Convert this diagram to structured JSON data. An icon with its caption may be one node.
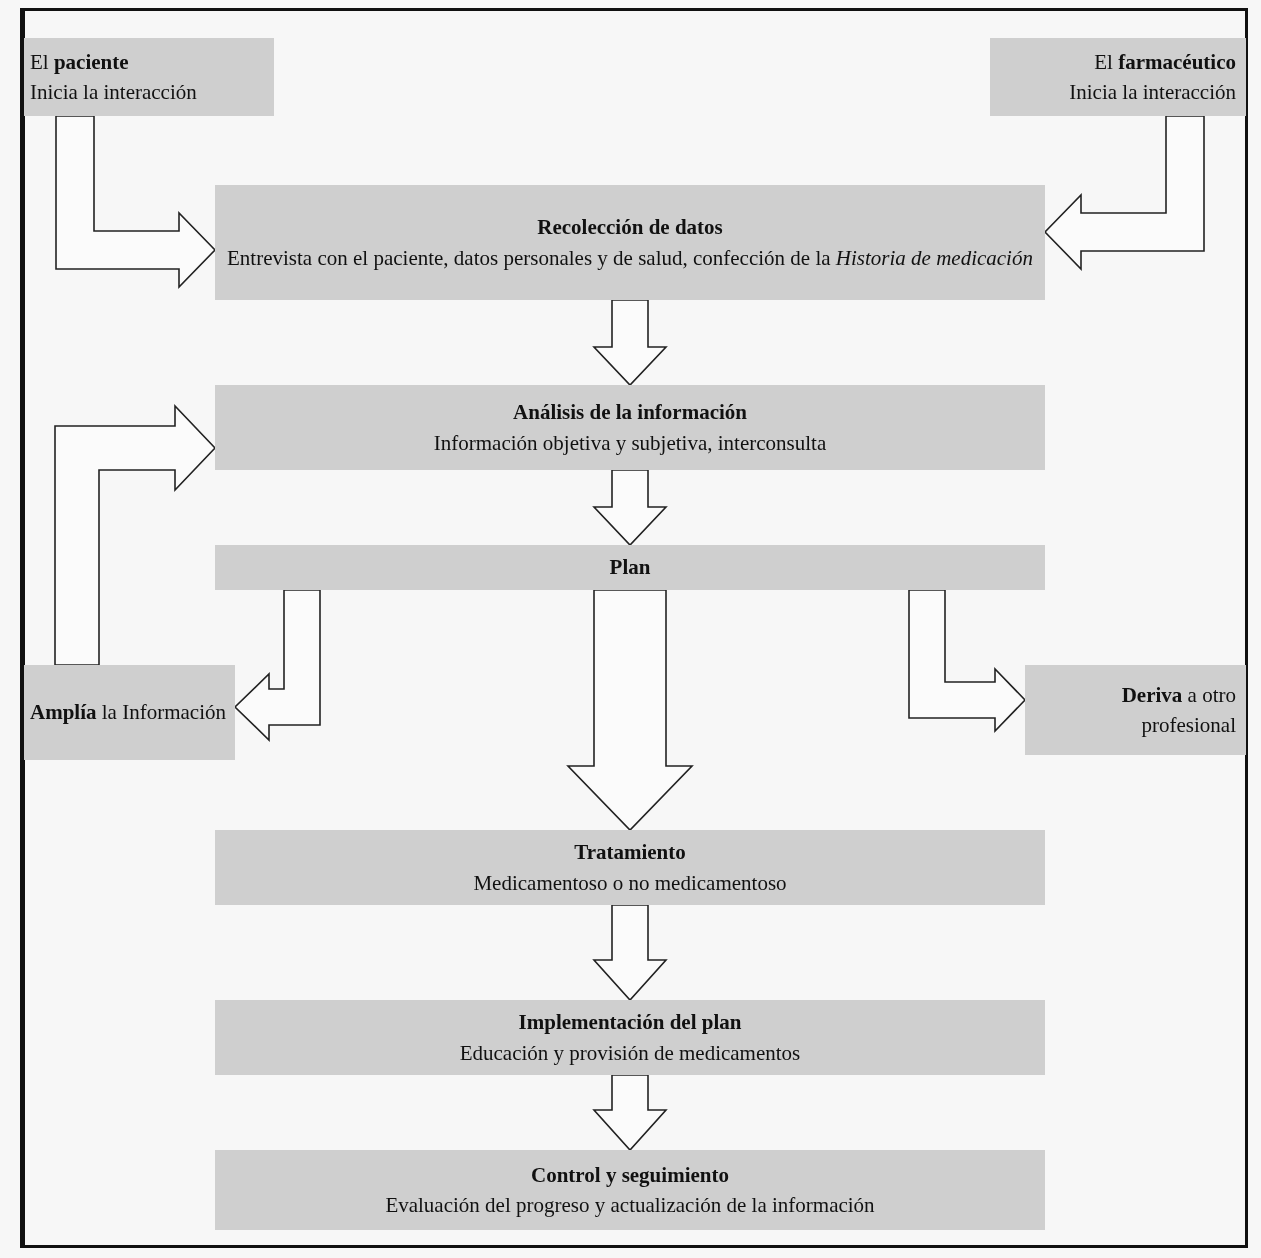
{
  "diagram": {
    "nodes": [
      {
        "text": [
          "El **paciente**",
          "Inicia la interacción"
        ]
      },
      {
        "text": [
          "El **farmacéutico**",
          "Inicia la interacción"
        ]
      },
      {
        "text": [
          "Recolección de datos",
          "Entrevista con el paciente, datos personales y de salud, confección de la *Historia de medicación*"
        ]
      },
      {
        "text": [
          "Análisis de la información",
          "Información objetiva y subjetiva, interconsulta"
        ]
      },
      {
        "text": [
          "Plan"
        ]
      },
      {
        "text": [
          "**Amplía** la Información"
        ]
      },
      {
        "text": [
          "**Deriva** a otro profesional"
        ]
      },
      {
        "text": [
          "Tratamiento",
          "Medicamentoso o no medicamentoso"
        ]
      },
      {
        "text": [
          "Implementación del plan",
          "Educación y provisión de medicamentos"
        ]
      },
      {
        "text": [
          "Control y seguimiento",
          "Evaluación del progreso y actualización de la información"
        ]
      }
    ],
    "edges": [
      {
        "from": 0,
        "to": 2,
        "arrow": "to"
      },
      {
        "from": 1,
        "to": 2,
        "arrow": "to"
      },
      {
        "from": 2,
        "to": 3,
        "arrow": "to"
      },
      {
        "from": 5,
        "to": 3,
        "arrow": "to"
      },
      {
        "from": 3,
        "to": 4,
        "arrow": "to"
      },
      {
        "from": 4,
        "to": 5,
        "arrow": "to"
      },
      {
        "from": 4,
        "to": 6,
        "arrow": "to"
      },
      {
        "from": 4,
        "to": 7,
        "arrow": "to"
      },
      {
        "from": 7,
        "to": 8,
        "arrow": "to"
      },
      {
        "from": 8,
        "to": 9,
        "arrow": "to"
      }
    ]
  }
}
